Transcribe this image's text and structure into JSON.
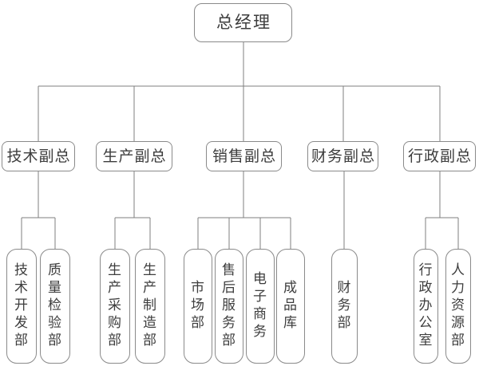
{
  "colors": {
    "box_border": "#8a8a8a",
    "connector_line": "#7f7f7f",
    "text": "#3d3d3d",
    "background": "#ffffff"
  },
  "org_chart": {
    "root": {
      "label": "总经理"
    },
    "vps": [
      {
        "label": "技术副总",
        "departments": [
          {
            "label": "技术开发部"
          },
          {
            "label": "质量检验部"
          }
        ]
      },
      {
        "label": "生产副总",
        "departments": [
          {
            "label": "生产采购部"
          },
          {
            "label": "生产制造部"
          }
        ]
      },
      {
        "label": "销售副总",
        "departments": [
          {
            "label": "市场部"
          },
          {
            "label": "售后服务部"
          },
          {
            "label": "电子商务"
          },
          {
            "label": "成品库"
          }
        ]
      },
      {
        "label": "财务副总",
        "departments": [
          {
            "label": "财务部"
          }
        ]
      },
      {
        "label": "行政副总",
        "departments": [
          {
            "label": "行政办公室"
          },
          {
            "label": "人力资源部"
          }
        ]
      }
    ]
  }
}
